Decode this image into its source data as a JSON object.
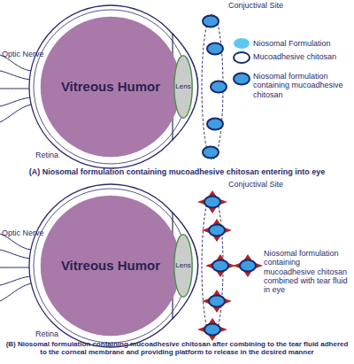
{
  "diagram": {
    "nodes": [
      {
        "text": [
          "Vitreous Humor"
        ]
      },
      {
        "text": [
          "Lens"
        ]
      },
      {
        "text": [
          "Vitreous Humor"
        ]
      },
      {
        "text": [
          "Lens"
        ]
      }
    ],
    "labels": [
      "Conjuctival Site",
      "Optic Nerve",
      "Retina",
      "(A) Niosomal formulation containing mucoadhesive chitosan entering into eye",
      "Conjuctival Site",
      "Optic Nerve",
      "Retina",
      "(B) Niosomal formulation containing mucoadhesive chitosan after combining to the tear fluid adhered to the corneal membrane and providing platform to release in the desired manner"
    ],
    "legend": [
      {
        "text": "Niosomal Formulation",
        "color": "#5bc8f0"
      },
      {
        "text": "Mucoadhesive chitosan"
      },
      {
        "text": "Niosomal formulation containing mucoadhesive chitosan"
      },
      {
        "text": "Niosomal formulation containing mucoadhesive chitosan combined with tear fluid in eye"
      }
    ]
  }
}
